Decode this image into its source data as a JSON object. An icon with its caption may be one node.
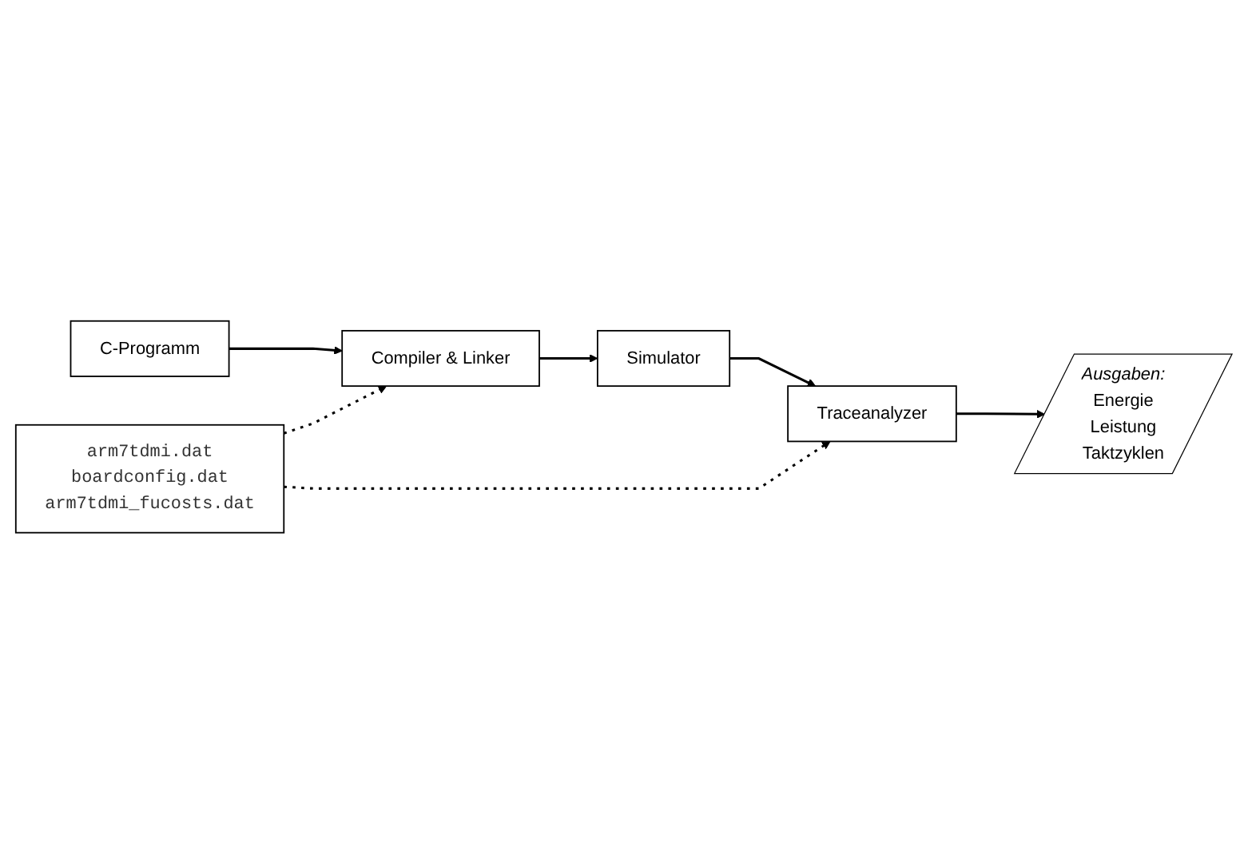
{
  "diagram": {
    "nodes": [
      {
        "text": [
          "C-Programm"
        ]
      },
      {
        "text": [
          "Compiler & Linker"
        ]
      },
      {
        "text": [
          "Simulator"
        ]
      },
      {
        "text": [
          "arm7tdmi.dat",
          "boardconfig.dat",
          "arm7tdmi_fucosts.dat"
        ]
      },
      {
        "text": [
          "Traceanalyzer"
        ]
      },
      {
        "text": [
          "Ausgaben:",
          "Energie",
          "Leistung",
          "Taktzyklen"
        ]
      }
    ],
    "edges": [
      {
        "from": 0,
        "to": 1,
        "arrow": "to"
      },
      {
        "from": 1,
        "to": 2,
        "arrow": "to"
      },
      {
        "from": 3,
        "to": 1,
        "arrow": "to",
        "style": "dashed"
      },
      {
        "from": 2,
        "to": 4,
        "arrow": "to"
      },
      {
        "from": 3,
        "to": 4,
        "arrow": "to",
        "style": "dashed"
      },
      {
        "from": 4,
        "to": 5,
        "arrow": "to"
      }
    ]
  }
}
